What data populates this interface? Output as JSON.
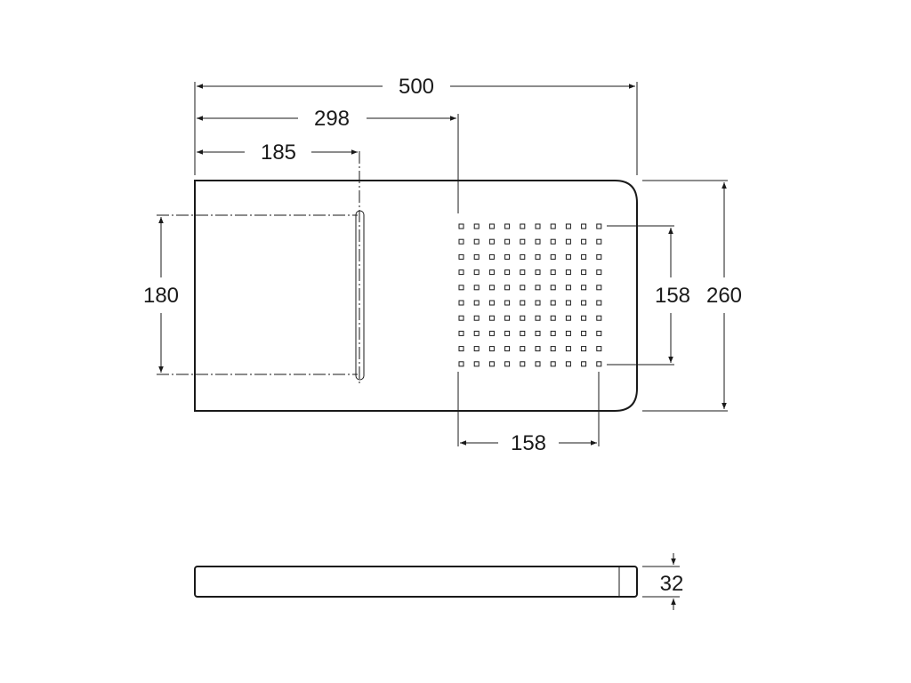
{
  "drawing": {
    "dimensions": {
      "overall_length": "500",
      "grid_offset": "298",
      "slot_offset": "185",
      "slot_length": "180",
      "grid_height": "158",
      "overall_width": "260",
      "grid_width": "158",
      "thickness": "32"
    },
    "drain_grid": {
      "rows": 10,
      "columns": 10
    },
    "line_color": "#1a1a1a",
    "background_color": "#ffffff"
  }
}
